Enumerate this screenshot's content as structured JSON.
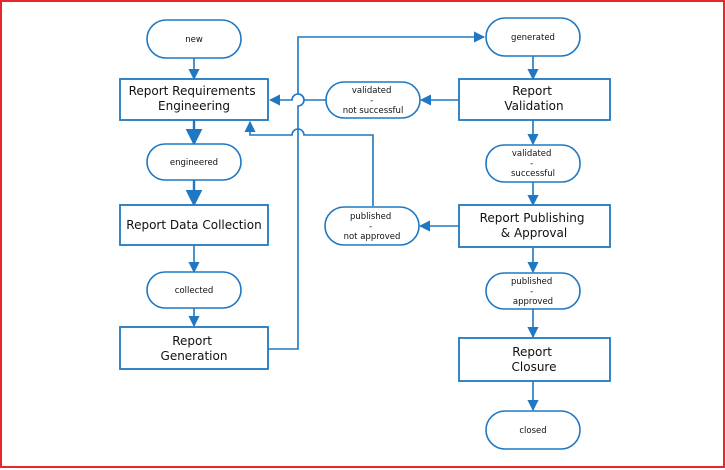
{
  "colors": {
    "border": "#e8262b",
    "shape_stroke": "#1f78c1",
    "connector": "#1f78c1",
    "text": "#111111"
  },
  "states": {
    "new": [
      "new"
    ],
    "engineered": [
      "engineered"
    ],
    "collected": [
      "collected"
    ],
    "generated": [
      "generated"
    ],
    "validated_not_successful": [
      "validated",
      "-",
      "not successful"
    ],
    "validated_successful": [
      "validated",
      "-",
      "successful"
    ],
    "published_not_approved": [
      "published",
      "-",
      "not approved"
    ],
    "published_approved": [
      "published",
      "-",
      "approved"
    ],
    "closed": [
      "closed"
    ]
  },
  "processes": {
    "report_requirements_engineering": [
      "Report Requirements",
      "Engineering"
    ],
    "report_data_collection": [
      "Report Data Collection"
    ],
    "report_generation": [
      "Report",
      "Generation"
    ],
    "report_validation": [
      "Report",
      "Validation"
    ],
    "report_publishing_approval": [
      "Report Publishing",
      "& Approval"
    ],
    "report_closure": [
      "Report",
      "Closure"
    ]
  }
}
